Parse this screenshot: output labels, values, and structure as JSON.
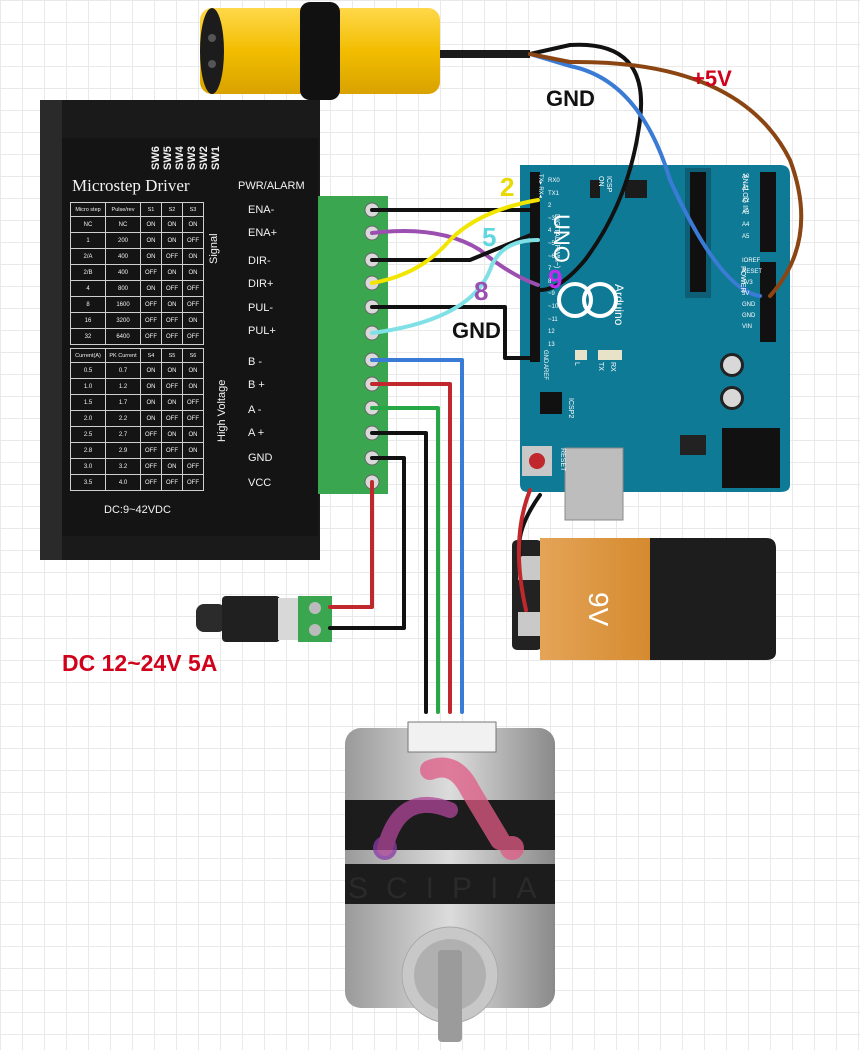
{
  "driver": {
    "title": "Microstep Driver",
    "pwr_alarm": "PWR/ALARM",
    "switches": [
      "SW6",
      "SW5",
      "SW4",
      "SW3",
      "SW2",
      "SW1"
    ],
    "voltage": "DC:9~42VDC",
    "signal_label": "Signal",
    "hv_label": "High Voltage",
    "terminals": [
      "ENA-",
      "ENA+",
      "DIR-",
      "DIR+",
      "PUL-",
      "PUL+",
      "B -",
      "B +",
      "A -",
      "A +",
      "GND",
      "VCC"
    ],
    "micro_table": {
      "headers": [
        "Micro step",
        "Pulse/rev",
        "S1",
        "S2",
        "S3"
      ],
      "rows": [
        [
          "NC",
          "NC",
          "ON",
          "ON",
          "ON"
        ],
        [
          "1",
          "200",
          "ON",
          "ON",
          "OFF"
        ],
        [
          "2/A",
          "400",
          "ON",
          "OFF",
          "ON"
        ],
        [
          "2/B",
          "400",
          "OFF",
          "ON",
          "ON"
        ],
        [
          "4",
          "800",
          "ON",
          "OFF",
          "OFF"
        ],
        [
          "8",
          "1600",
          "OFF",
          "ON",
          "OFF"
        ],
        [
          "16",
          "3200",
          "OFF",
          "OFF",
          "ON"
        ],
        [
          "32",
          "6400",
          "OFF",
          "OFF",
          "OFF"
        ]
      ]
    },
    "current_table": {
      "headers": [
        "Current(A)",
        "PK Current",
        "S4",
        "S5",
        "S6"
      ],
      "rows": [
        [
          "0.5",
          "0.7",
          "ON",
          "ON",
          "ON"
        ],
        [
          "1.0",
          "1.2",
          "ON",
          "OFF",
          "ON"
        ],
        [
          "1.5",
          "1.7",
          "ON",
          "ON",
          "OFF"
        ],
        [
          "2.0",
          "2.2",
          "ON",
          "OFF",
          "OFF"
        ],
        [
          "2.5",
          "2.7",
          "OFF",
          "ON",
          "ON"
        ],
        [
          "2.8",
          "2.9",
          "OFF",
          "OFF",
          "ON"
        ],
        [
          "3.0",
          "3.2",
          "OFF",
          "ON",
          "OFF"
        ],
        [
          "3.5",
          "4.0",
          "OFF",
          "OFF",
          "OFF"
        ]
      ]
    }
  },
  "labels": {
    "gnd_top": "GND",
    "plus5v": "+5V",
    "pin2": "2",
    "pin5": "5",
    "pin9": "9",
    "pin8": "8",
    "gnd_mid": "GND",
    "dc_supply": "DC 12~24V 5A",
    "battery": "9V",
    "watermark": "SCIPIA"
  },
  "arduino": {
    "brand": "Arduino",
    "model": "UNO",
    "digital": "DIGITAL (PWM~)",
    "analog": "ANALOG IN",
    "power": "POWER",
    "reset": "RESET",
    "icsp": "ICSP",
    "icsp2": "ICSP2",
    "on": "ON",
    "tx": "TX",
    "rx": "RX",
    "l": "L",
    "txrx": "TX▸ RX◂",
    "aref": "AREF",
    "gnd": "GND",
    "power_pins": [
      "IOREF",
      "RESET",
      "3V3",
      "5V",
      "GND",
      "GND",
      "VIN"
    ],
    "analog_pins": [
      "A0",
      "A1",
      "A2",
      "A3",
      "A4",
      "A5"
    ],
    "digital_pins": [
      "RX0",
      "TX1",
      "2",
      "~3",
      "4",
      "~5",
      "~6",
      "7",
      "8",
      "~9",
      "~10",
      "~11",
      "12",
      "13"
    ]
  },
  "colors": {
    "arduino": "#0f7a96",
    "driver": "#1a1a1a",
    "terminal": "#3aa64f",
    "sensor": "#f5c400",
    "red_label": "#d0021b",
    "yellow_wire": "#f2e600",
    "cyan_wire": "#7fe0e6",
    "purple_wire": "#9b4fb0",
    "brown_wire": "#8b4513",
    "blue_wire": "#3a7bd5"
  }
}
